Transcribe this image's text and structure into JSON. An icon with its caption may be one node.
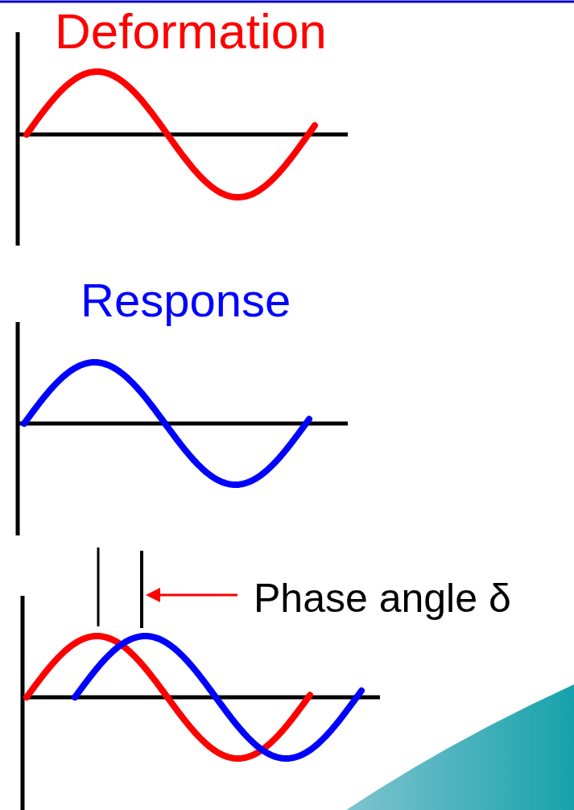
{
  "diagram": {
    "nodes": [
      {
        "text": [
          "Phase angle δ"
        ]
      },
      {
        "text": [],
        "shape": "bar"
      }
    ],
    "edges": [
      {
        "from": 0,
        "to": 1,
        "arrow": "to",
        "color": "#ff0000"
      }
    ],
    "labels": [
      "Deformation",
      "Response"
    ]
  }
}
